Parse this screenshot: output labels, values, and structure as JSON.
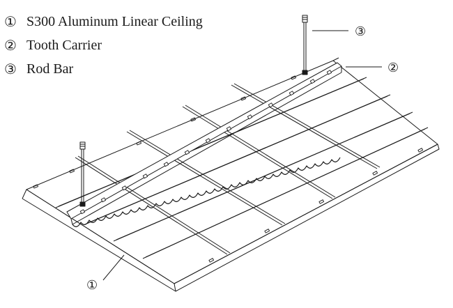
{
  "legend": [
    {
      "num": "①",
      "label": "S300 Aluminum Linear Ceiling"
    },
    {
      "num": "②",
      "label": "Tooth Carrier"
    },
    {
      "num": "③",
      "label": "Rod Bar"
    }
  ],
  "callouts": {
    "ceiling": "①",
    "carrier": "②",
    "rod": "③"
  }
}
